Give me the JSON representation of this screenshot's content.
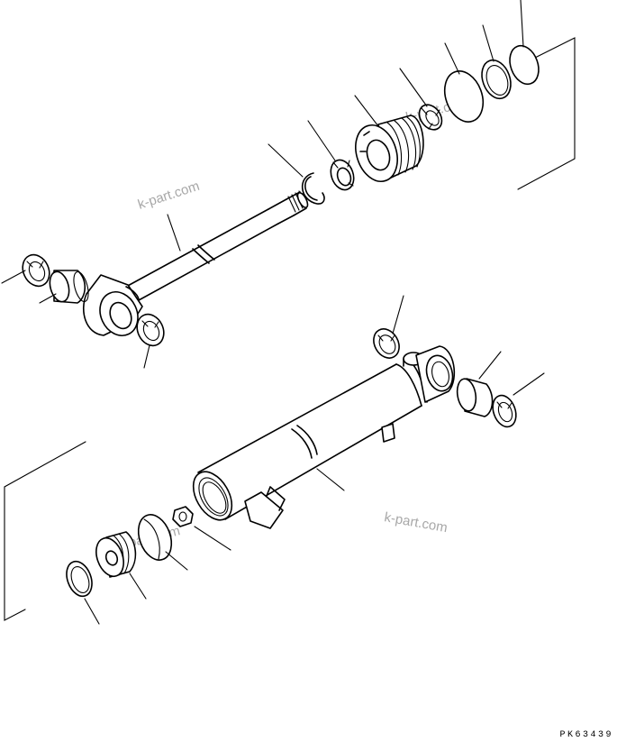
{
  "watermarks": [
    "k-part.com",
    "k-part.com",
    "k-part.com",
    "k-part.com"
  ],
  "code": "PK63439",
  "colors": {
    "line": "#000000",
    "background": "#ffffff",
    "watermark": "#8a8a8a"
  }
}
